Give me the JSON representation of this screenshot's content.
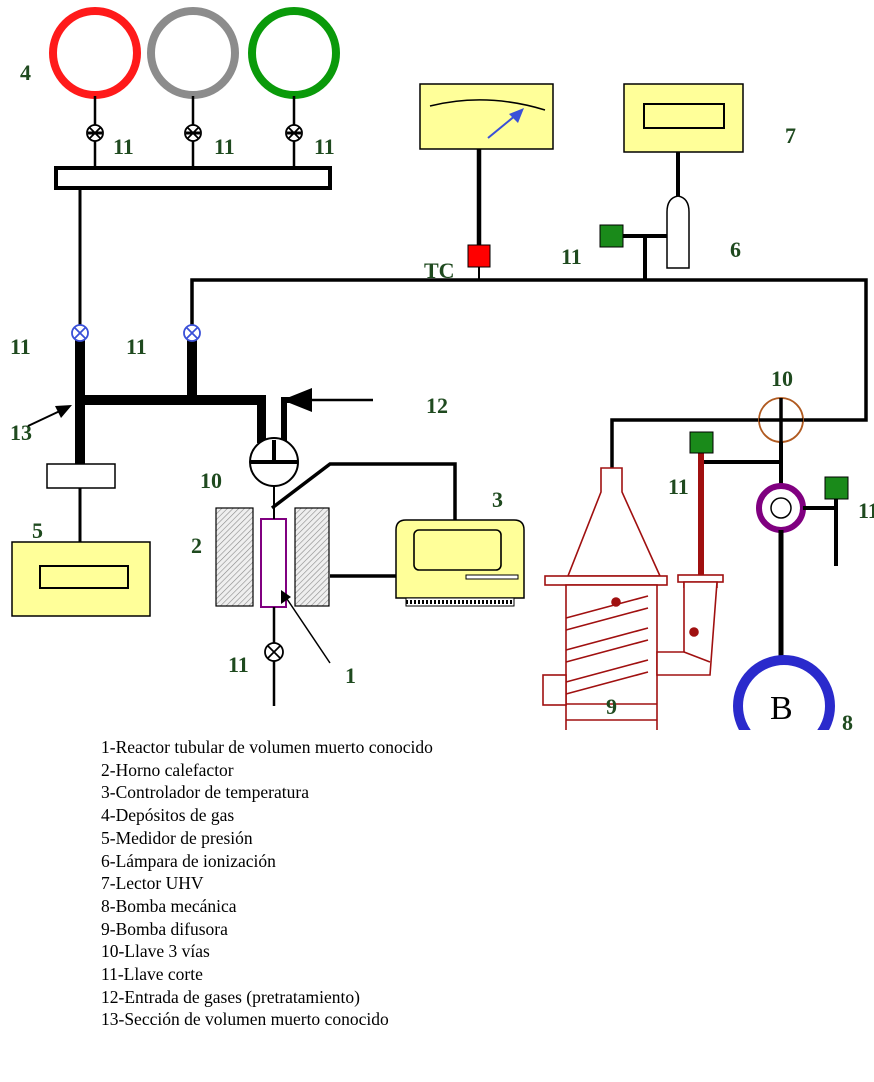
{
  "labels": {
    "gas_deposits": "4",
    "cutoff_valve": "11",
    "uhv_reader": "7",
    "ionization_lamp": "6",
    "thermocouple": "TC",
    "dead_volume_section": "13",
    "gas_inlet": "12",
    "three_way_valve": "10",
    "controller": "3",
    "furnace": "2",
    "reactor": "1",
    "pressure_gauge": "5",
    "diffusion_pump": "9",
    "mechanical_pump": "8",
    "pump_letter": "B"
  },
  "colors": {
    "gas_red": "#ff1a1a",
    "gas_gray": "#8c8c8c",
    "gas_green": "#0a9a0a",
    "instrument_fill": "#ffff99",
    "diffusion_pump": "#a01010",
    "mechanical_pump": "#2a2acc",
    "valve_green": "#1a8a1a",
    "tc_red": "#ff0000",
    "valve_blue": "#3a50d8",
    "reactor_purple": "#800080"
  },
  "legend": [
    "1-Reactor tubular de volumen muerto conocido",
    "2-Horno calefactor",
    "3-Controlador de temperatura",
    "4-Depósitos de gas",
    "5-Medidor de presión",
    "6-Lámpara de ionización",
    "7-Lector UHV",
    "8-Bomba mecánica",
    "9-Bomba difusora",
    "10-Llave 3 vías",
    "11-Llave corte",
    "12-Entrada de gases (pretratamiento)",
    "13-Sección de volumen muerto conocido"
  ]
}
